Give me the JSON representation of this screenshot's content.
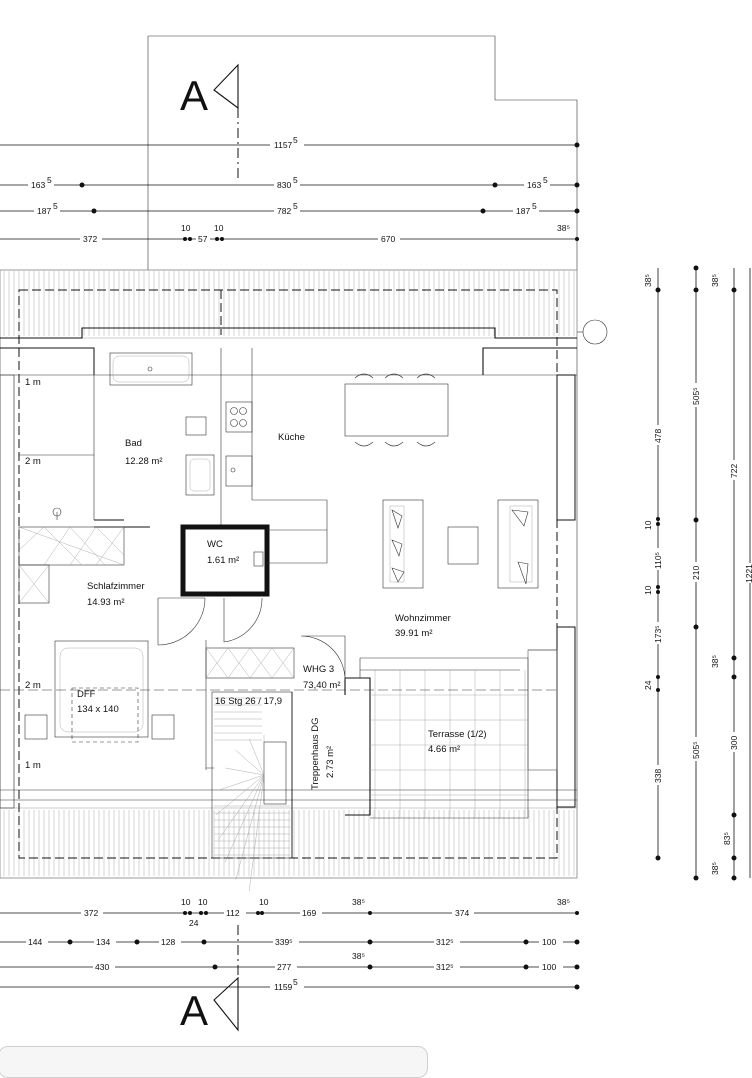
{
  "section_marks": {
    "top": "A",
    "bottom": "A"
  },
  "rooms": {
    "bad": {
      "name": "Bad",
      "area": "12.28 m²"
    },
    "kueche": {
      "name": "Küche"
    },
    "wc": {
      "name": "WC",
      "area": "1.61 m²"
    },
    "schlafzimmer": {
      "name": "Schlafzimmer",
      "area": "14.93 m²"
    },
    "wohnzimmer": {
      "name": "Wohnzimmer",
      "area": "39.91 m²"
    },
    "treppenhaus": {
      "name": "Treppenhaus DG",
      "area": "2.73 m²"
    },
    "terrasse": {
      "name": "Terrasse (1/2)",
      "area": "4.66 m²"
    },
    "whg": {
      "name": "WHG 3",
      "area": "73,40 m²"
    },
    "dff": {
      "name": "DFF",
      "size": "134 x 140"
    },
    "stair": "16 Stg 26 / 17,9"
  },
  "height_marks": [
    "1 m",
    "2 m",
    "2 m",
    "1 m"
  ],
  "dims_top": {
    "row1": {
      "total": "1157",
      "sup": "5"
    },
    "row2": [
      {
        "v": "163",
        "s": "5"
      },
      {
        "v": "830",
        "s": "5"
      },
      {
        "v": "163",
        "s": "5"
      }
    ],
    "row3": [
      {
        "v": "187",
        "s": "5"
      },
      {
        "v": "782",
        "s": "5"
      },
      {
        "v": "187",
        "s": "5"
      }
    ],
    "row4": [
      "372",
      "10",
      "57",
      "10",
      "670",
      "38⁵"
    ]
  },
  "dims_bottom": {
    "row1": [
      "372",
      "10",
      "10",
      "24",
      "112",
      "10",
      "169",
      "38⁵",
      "374",
      "38⁵"
    ],
    "row2": [
      "144",
      "134",
      "128",
      "339⁵",
      "312⁵",
      "100"
    ],
    "row3": [
      "430",
      "277",
      "38⁵",
      "312⁵",
      "100"
    ],
    "row4": {
      "total": "1159",
      "sup": "5"
    }
  },
  "dims_right": {
    "col1": [
      "38⁵",
      "478",
      "10",
      "110⁵",
      "10",
      "173⁵",
      "24",
      "338"
    ],
    "col2": [
      "38⁵",
      "505⁵",
      "210",
      "505⁵"
    ],
    "col3": [
      "38⁵",
      "722",
      "38⁵",
      "300",
      "83⁵",
      "38⁵"
    ],
    "col4": [
      "1221"
    ]
  }
}
